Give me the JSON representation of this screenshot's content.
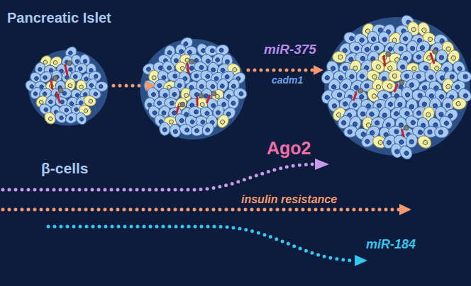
{
  "diagram": {
    "labels": [
      "Pancreatic Islet",
      "β-cells",
      "miR-375",
      "cadm1",
      "Ago2",
      "insulin resistance",
      "miR-184"
    ]
  }
}
